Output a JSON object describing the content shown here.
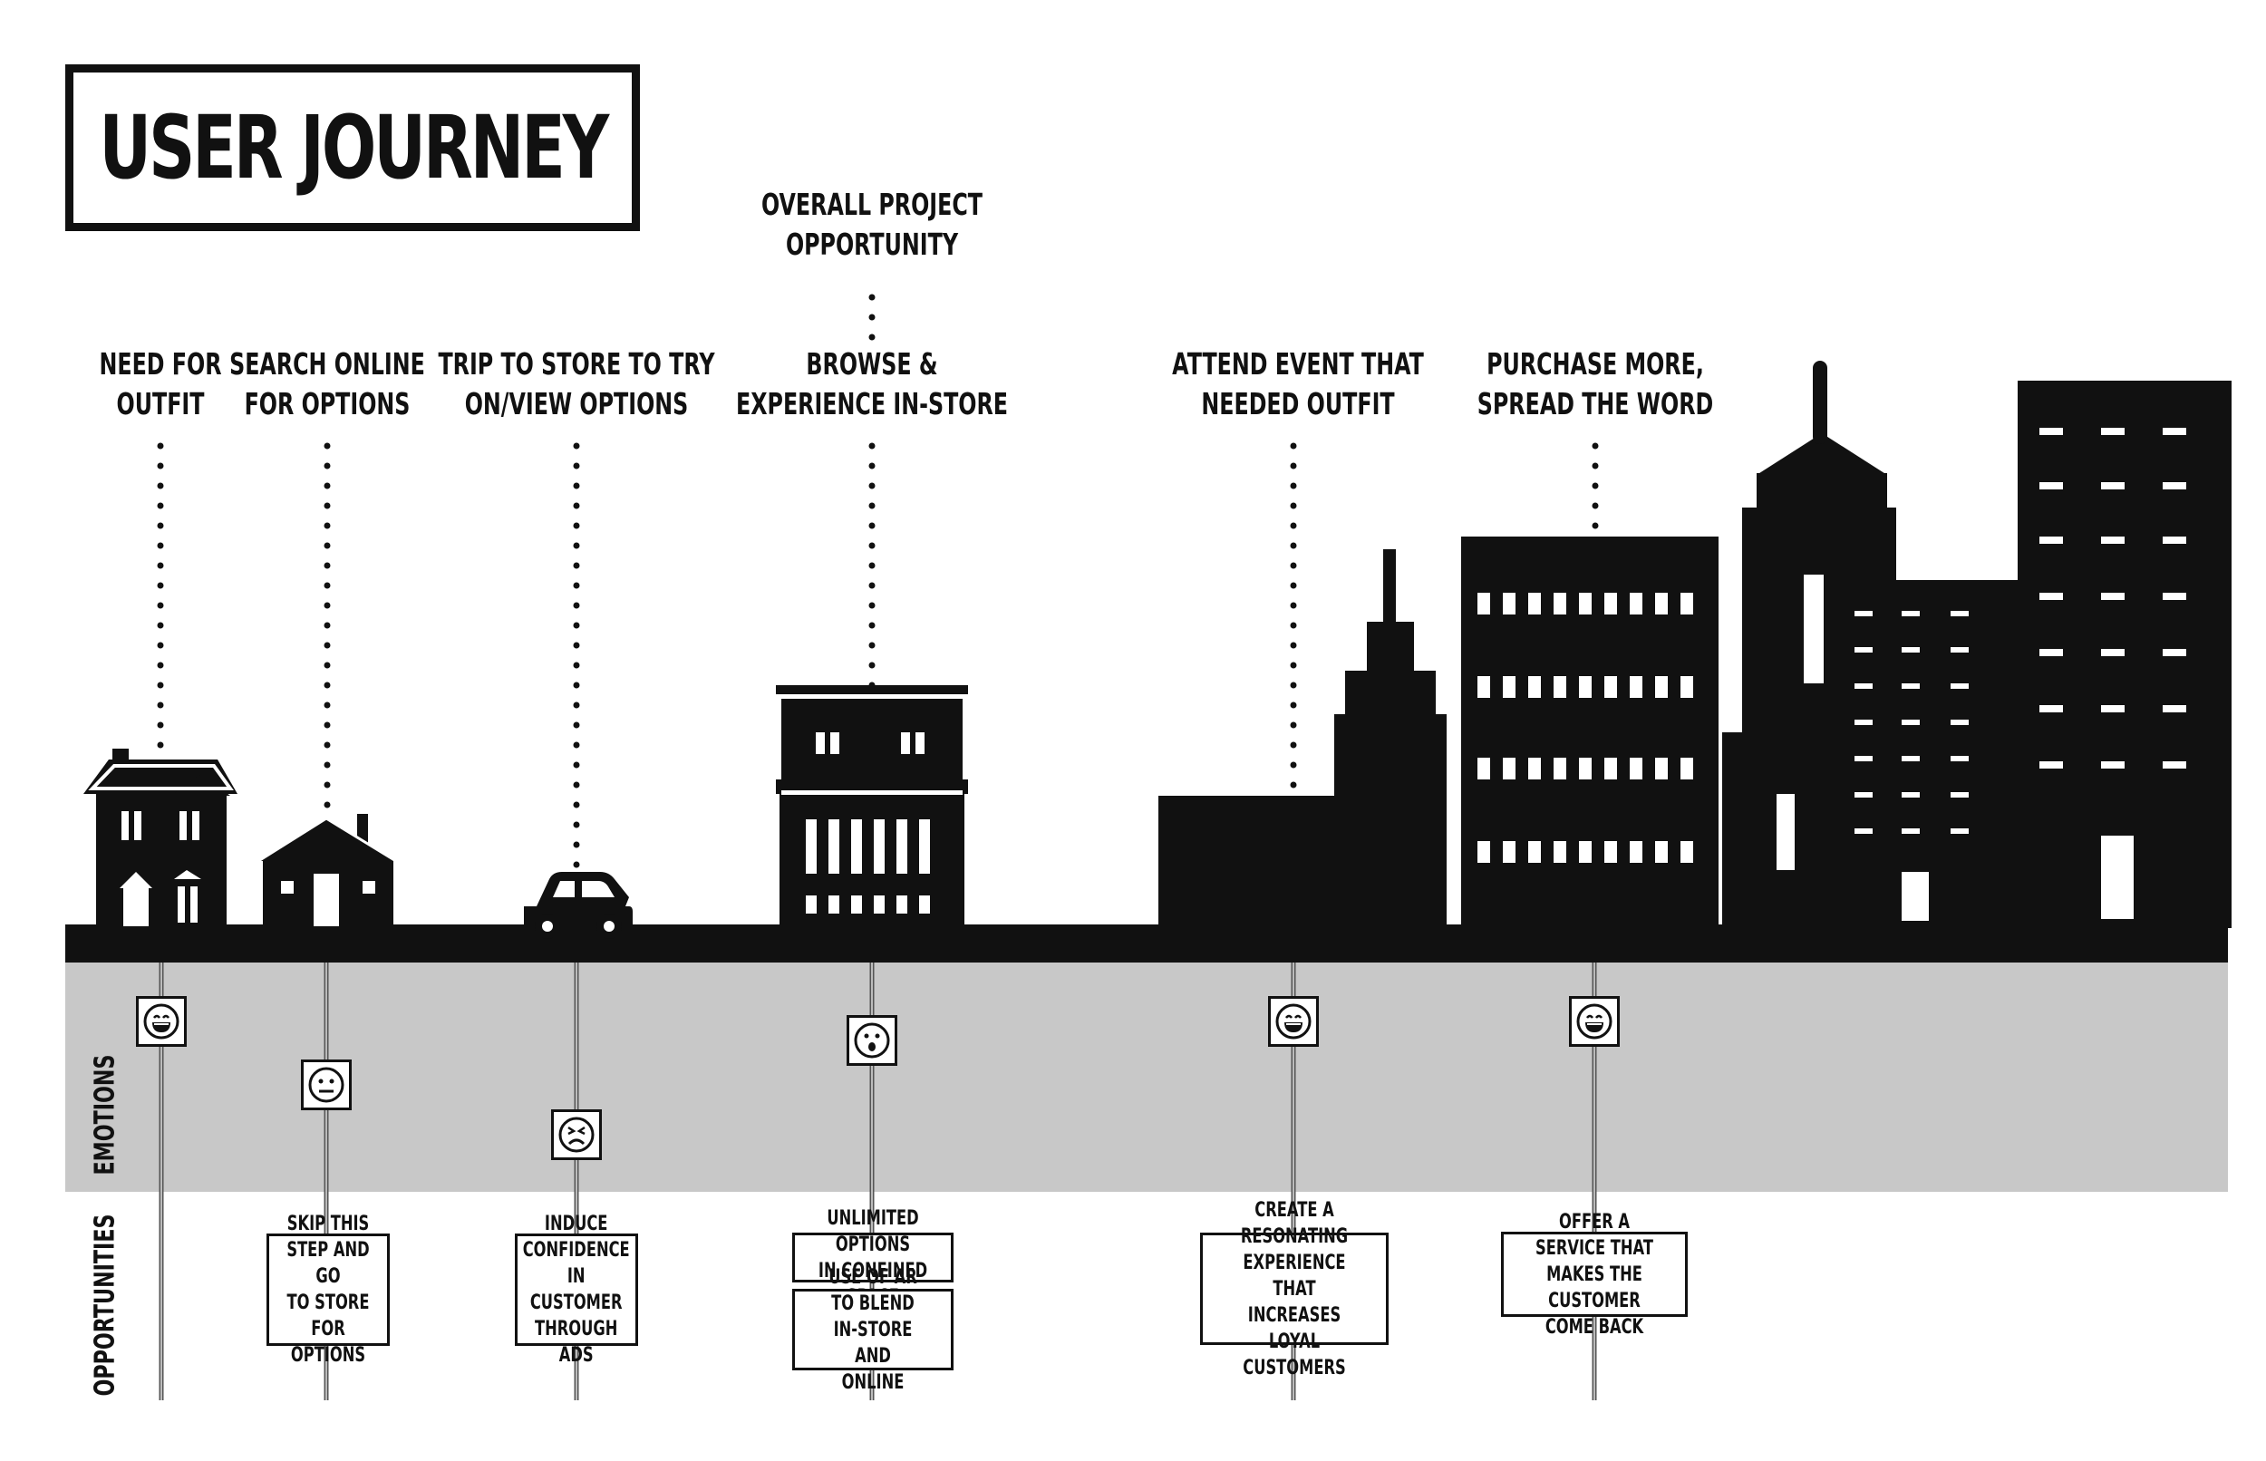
{
  "title": "USER JOURNEY",
  "overall": "OVERALL PROJECT\nOPPORTUNITY",
  "side_labels": {
    "emotions": "EMOTIONS",
    "opportunities": "OPPORTUNITIES"
  },
  "stages": [
    {
      "label": "NEED FOR\nOUTFIT",
      "emotion": "very-happy"
    },
    {
      "label": "SEARCH ONLINE\nFOR OPTIONS",
      "emotion": "neutral",
      "opportunity": "SKIP THIS\nSTEP AND GO\nTO STORE FOR\nOPTIONS"
    },
    {
      "label": "TRIP TO STORE TO TRY\nON/VIEW OPTIONS",
      "emotion": "frustrated",
      "opportunity": "INDUCE\nCONFIDENCE\nIN CUSTOMER\nTHROUGH ADS"
    },
    {
      "label": "BROWSE &\nEXPERIENCE IN-STORE",
      "emotion": "surprised",
      "opportunity": "UNLIMITED OPTIONS\nIN CONFINED SPACE",
      "opportunity2": "USE OF AR TO BLEND\nIN-STORE AND\nONLINE"
    },
    {
      "label": "ATTEND EVENT THAT\nNEEDED OUTFIT",
      "emotion": "very-happy",
      "opportunity": "CREATE A RESONATING\nEXPERIENCE THAT\nINCREASES LOYAL\nCUSTOMERS"
    },
    {
      "label": "PURCHASE MORE,\nSPREAD THE WORD",
      "emotion": "very-happy",
      "opportunity": "OFFER A SERVICE THAT\nMAKES THE CUSTOMER\nCOME BACK"
    }
  ],
  "colors": {
    "ink": "#111111",
    "band": "#c8c8c8",
    "paper": "#ffffff"
  }
}
